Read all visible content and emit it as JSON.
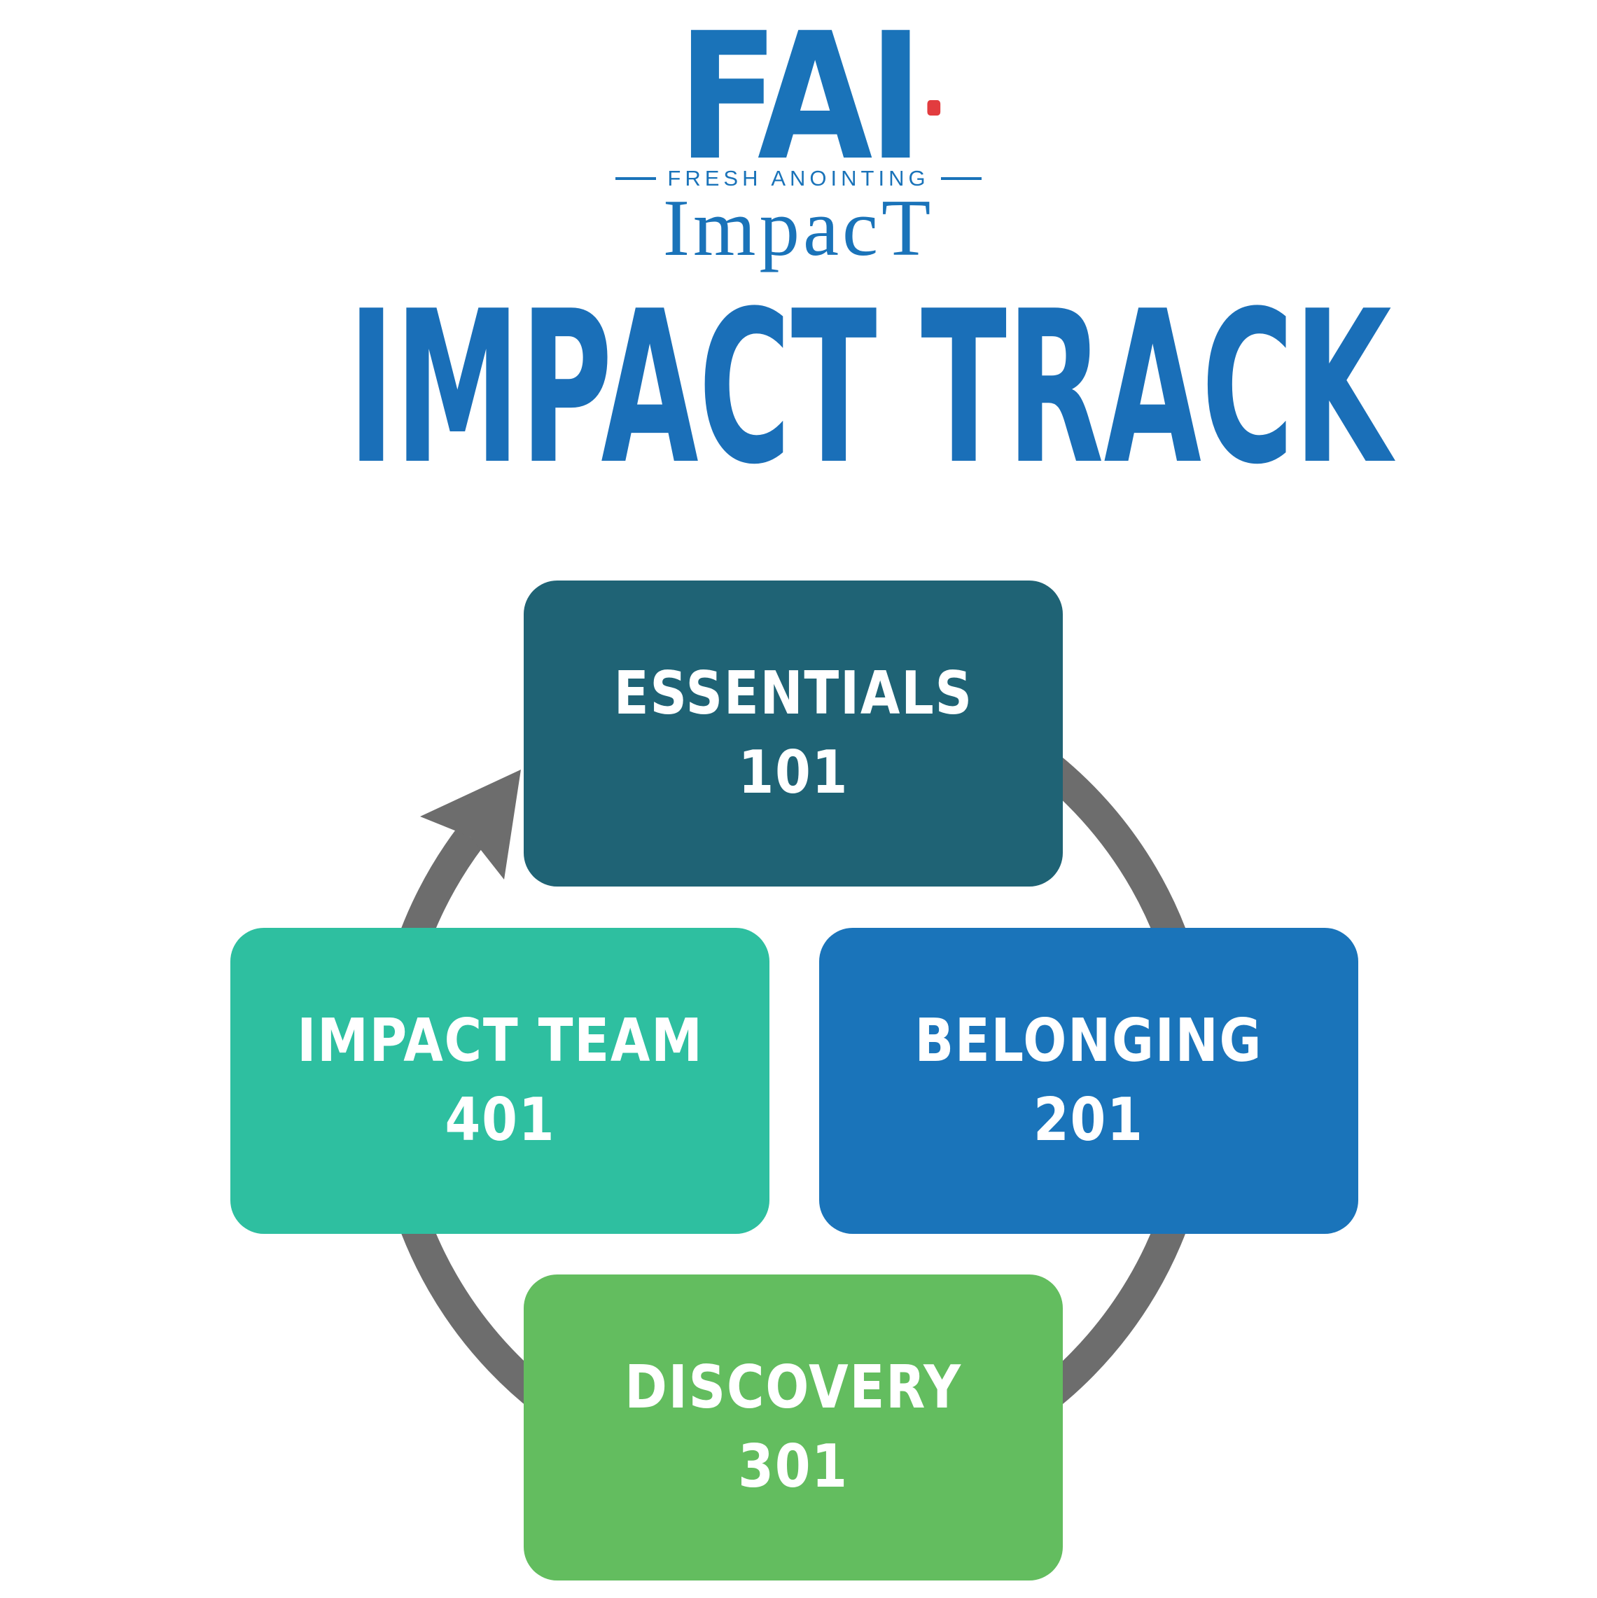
{
  "brand_color": "#1a73b9",
  "title": "IMPACT TRACK",
  "title_color": "#1a6fb8",
  "logo": {
    "acronym": "FAI",
    "tagline": "FRESH ANOINTING",
    "name": "ImpacT",
    "dot_color": "#e23c3f"
  },
  "cycle": {
    "arrow_color": "#6d6d6d",
    "steps": [
      {
        "label": "ESSENTIALS",
        "number": "101",
        "color": "#1f6375",
        "position": "top"
      },
      {
        "label": "BELONGING",
        "number": "201",
        "color": "#1a74ba",
        "position": "right"
      },
      {
        "label": "DISCOVERY",
        "number": "301",
        "color": "#63bd5f",
        "position": "bottom"
      },
      {
        "label": "IMPACT TEAM",
        "number": "401",
        "color": "#2ebfa0",
        "position": "left"
      }
    ]
  }
}
